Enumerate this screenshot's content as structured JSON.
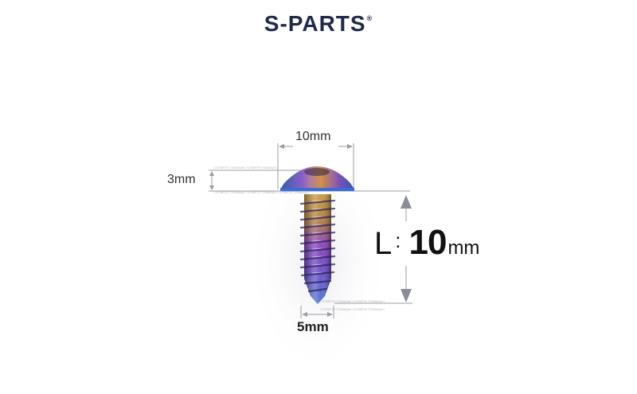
{
  "brand": {
    "name": "S-PARTS",
    "mark": "®"
  },
  "dimensions": {
    "head_width": "10mm",
    "head_height": "3mm",
    "thread_diameter": "5mm",
    "length_symbol": "L",
    "length_separator": ":",
    "length_value": "10",
    "length_unit": "mm"
  },
  "colors": {
    "brand": "#1f2a4a",
    "dimension_line": "#9a9ca3",
    "arrow_large": "#8a8d96",
    "screw_blue": "#4a78d0",
    "screw_purple": "#8a3fbe",
    "screw_gold": "#c99a3a"
  }
}
